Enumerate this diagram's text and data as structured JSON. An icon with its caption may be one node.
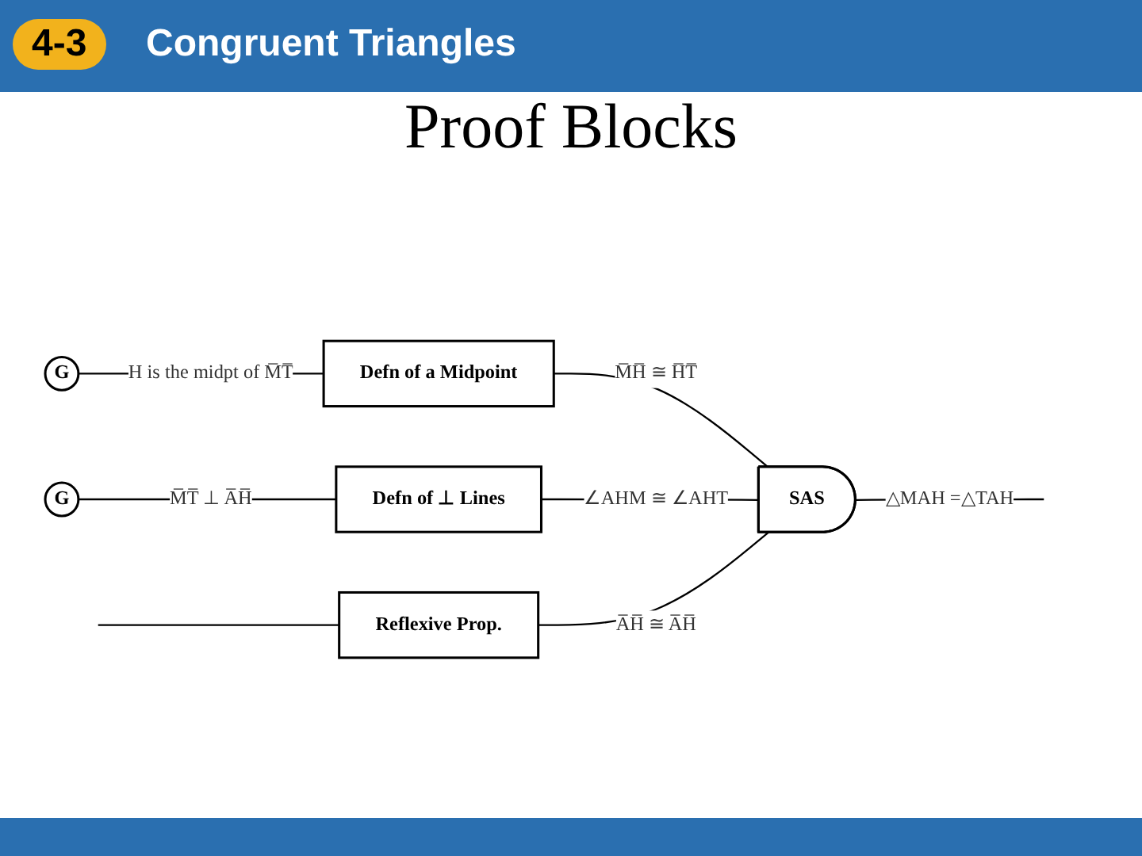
{
  "diagram": {
    "title": "Proof Blocks",
    "nodes": [
      {
        "text": [
          "G"
        ]
      },
      {
        "text": [
          "G"
        ]
      },
      {
        "text": [
          "Defn of a Midpoint"
        ]
      },
      {
        "text": [
          "Defn of ⊥ Lines"
        ]
      },
      {
        "text": [
          "Reflexive Prop."
        ]
      },
      {
        "text": [
          "SAS"
        ]
      }
    ],
    "edges": [
      {
        "from": 0,
        "to": 2,
        "arrow": "none",
        "label": "H is the midpt of M̅T̅"
      },
      {
        "from": 1,
        "to": 3,
        "arrow": "none",
        "label": "M̅T̅ ⊥ A̅H̅"
      },
      {
        "from": null,
        "to": 4,
        "arrow": "none"
      },
      {
        "from": 2,
        "to": 5,
        "arrow": "none",
        "label": "M̅H̅ ≅ H̅T̅"
      },
      {
        "from": 3,
        "to": 5,
        "arrow": "none",
        "label": "∠AHM ≅ ∠AHT"
      },
      {
        "from": 4,
        "to": 5,
        "arrow": "none",
        "label": "A̅H̅ ≅ A̅H̅"
      },
      {
        "from": 5,
        "to": null,
        "arrow": "none",
        "label": "△MAH =△TAH"
      }
    ],
    "labels": [
      "4-3",
      "Congruent Triangles"
    ]
  }
}
